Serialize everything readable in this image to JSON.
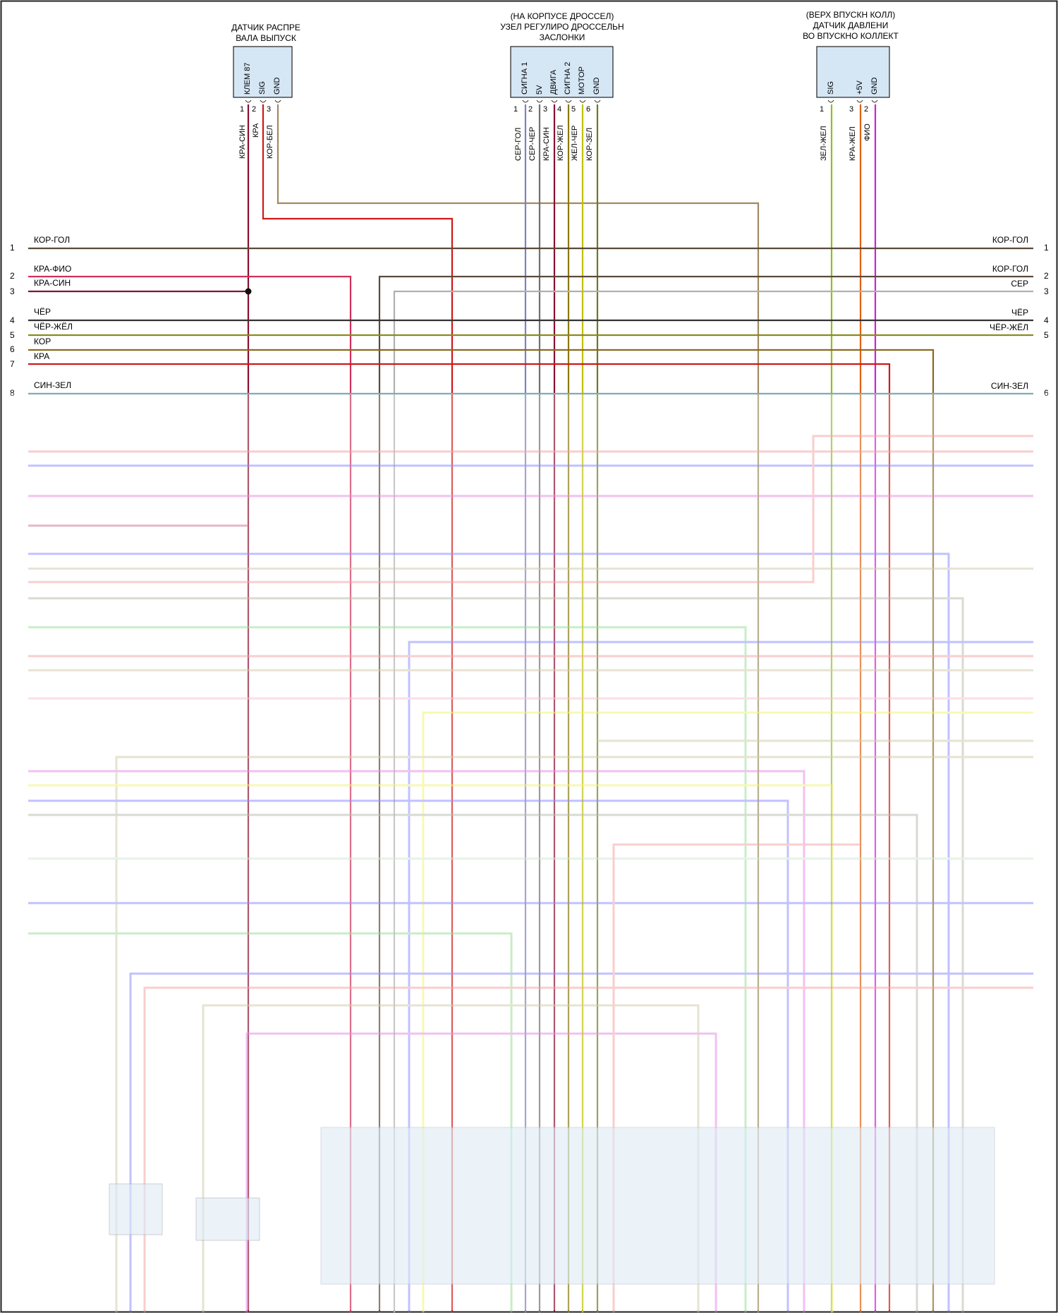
{
  "colors": {
    "frame": "#222222",
    "connector_fill": "#d5e6f5",
    "ecu_fill": "#cfe3f3",
    "wire": {
      "kor_gol": "#5a4a3a",
      "kra_fio": "#d0305a",
      "kra_sin": "#8a1030",
      "cher": "#333333",
      "cher_zhel": "#8a8a20",
      "kor": "#8a6a20",
      "kra": "#d01818",
      "sin_zel": "#4a8a90",
      "kor_bel": "#a08a60",
      "ser": "#b0b0b0",
      "ser_gol": "#8080c0",
      "ser_cher": "#707070",
      "kor_zhel": "#8a7a10",
      "zhel_cher": "#c0c000",
      "kor_zel": "#6a7a20",
      "zel_zhel": "#8ac020",
      "kra_zhel": "#e06010",
      "fio": "#d020d0",
      "blur_pink": "#f08080",
      "blur_blue": "#6060ff",
      "blur_violet": "#e060e0",
      "blur_yellow": "#eeee40",
      "blur_green": "#70d070",
      "blur_tan": "#c0b890",
      "blur_gray": "#a0a090"
    }
  },
  "connectors": {
    "cam_sensor": {
      "title": [
        "ДАТЧИК РАСПРЕ",
        "ВАЛА ВЫПУСК"
      ],
      "pins": [
        "КЛЕМ 87",
        "SIG",
        "GND"
      ],
      "pin_numbers": [
        "1",
        "2",
        "3"
      ],
      "wires": [
        "КРА-СИН",
        "КРА",
        "КОР-БЕЛ"
      ]
    },
    "throttle": {
      "title": [
        "(НА КОРПУСЕ ДРОССЕЛ)",
        "УЗЕЛ РЕГУЛИРО ДРОССЕЛЬН",
        "ЗАСЛОНКИ"
      ],
      "pins": [
        "СИГНА 1",
        "5V",
        "ДВИГА",
        "СИГНА 2",
        "МОТОР",
        "GND"
      ],
      "pin_numbers": [
        "1",
        "2",
        "3",
        "4",
        "5",
        "6"
      ],
      "wires": [
        "СЕР-ГОЛ",
        "СЕР-ЧЕР",
        "КРА-СИН",
        "КОР-ЖЕЛ",
        "ЖЕЛ-ЧЕР",
        "КОР-ЗЕЛ"
      ]
    },
    "map_sensor": {
      "title": [
        "(ВЕРХ ВПУСКН КОЛЛ)",
        "ДАТЧИК ДАВЛЕНИ",
        "ВО ВПУСКНО КОЛЛЕКТ"
      ],
      "pins": [
        "SIG",
        "+5V",
        "GND"
      ],
      "pin_numbers": [
        "1",
        "3",
        "2"
      ],
      "wires": [
        "ЗЕЛ-ЖЕЛ",
        "КРА-ЖЕЛ",
        "ФИО"
      ]
    }
  },
  "left_bus": [
    {
      "num": "1",
      "label": "КОР-ГОЛ"
    },
    {
      "num": "2",
      "label": "КРА-ФИО"
    },
    {
      "num": "3",
      "label": "КРА-СИН"
    },
    {
      "num": "4",
      "label": "ЧЁР"
    },
    {
      "num": "5",
      "label": "ЧЁР-ЖЁЛ"
    },
    {
      "num": "6",
      "label": "КОР"
    },
    {
      "num": "7",
      "label": "КРА"
    },
    {
      "num": "8",
      "label": "СИН-ЗЕЛ"
    }
  ],
  "right_bus": [
    {
      "num": "1",
      "label": "КОР-ГОЛ"
    },
    {
      "num": "2",
      "label": "КОР-ГОЛ"
    },
    {
      "num": "3",
      "label": "СЕР"
    },
    {
      "num": "4",
      "label": "ЧЁР"
    },
    {
      "num": "5",
      "label": "ЧЁР-ЖЁЛ"
    },
    {
      "num": "6",
      "label": "СИН-ЗЕЛ"
    }
  ]
}
